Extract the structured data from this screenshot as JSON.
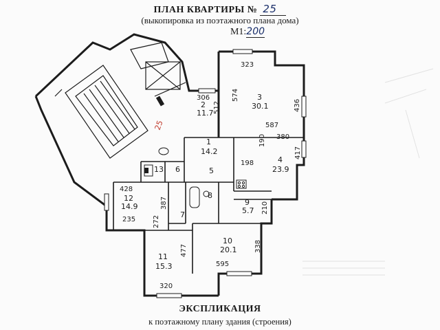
{
  "header": {
    "title": "ПЛАН КВАРТИРЫ №",
    "apartment_number": "25",
    "subtitle": "(выкопировка из поэтажного плана дома)",
    "scale_prefix": "М1:",
    "scale_value": "200"
  },
  "plan": {
    "apartment_mark": "25",
    "rooms": [
      {
        "id": "1",
        "area": "14.2"
      },
      {
        "id": "2",
        "area": "11.7"
      },
      {
        "id": "3",
        "area": "30.1"
      },
      {
        "id": "4",
        "area": "23.9"
      },
      {
        "id": "5",
        "area": ""
      },
      {
        "id": "6",
        "area": ""
      },
      {
        "id": "7",
        "area": ""
      },
      {
        "id": "8",
        "area": ""
      },
      {
        "id": "9",
        "area": "5.7"
      },
      {
        "id": "10",
        "area": "20.1"
      },
      {
        "id": "11",
        "area": "15.3"
      },
      {
        "id": "12",
        "area": "14.9"
      },
      {
        "id": "13",
        "area": ""
      }
    ],
    "dimensions": [
      "323",
      "574",
      "436",
      "587",
      "306",
      "512",
      "380",
      "190",
      "417",
      "198",
      "428",
      "387",
      "235",
      "272",
      "210",
      "477",
      "338",
      "595",
      "320"
    ]
  },
  "explication": {
    "title": "ЭКСПЛИКАЦИЯ",
    "subtitle": "к поэтажному плану здания (строения)"
  }
}
